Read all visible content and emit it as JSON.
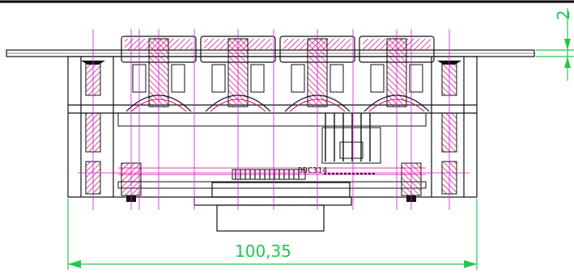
{
  "drawing": {
    "part_label": "DDC314",
    "colors": {
      "outline": "#111111",
      "hatch": "#d1007a",
      "centerline": "#d21be0",
      "dimension": "#22c74a",
      "background": "#ffffff"
    }
  },
  "dimensions": {
    "width_label": "100,35",
    "height_label": "2"
  }
}
